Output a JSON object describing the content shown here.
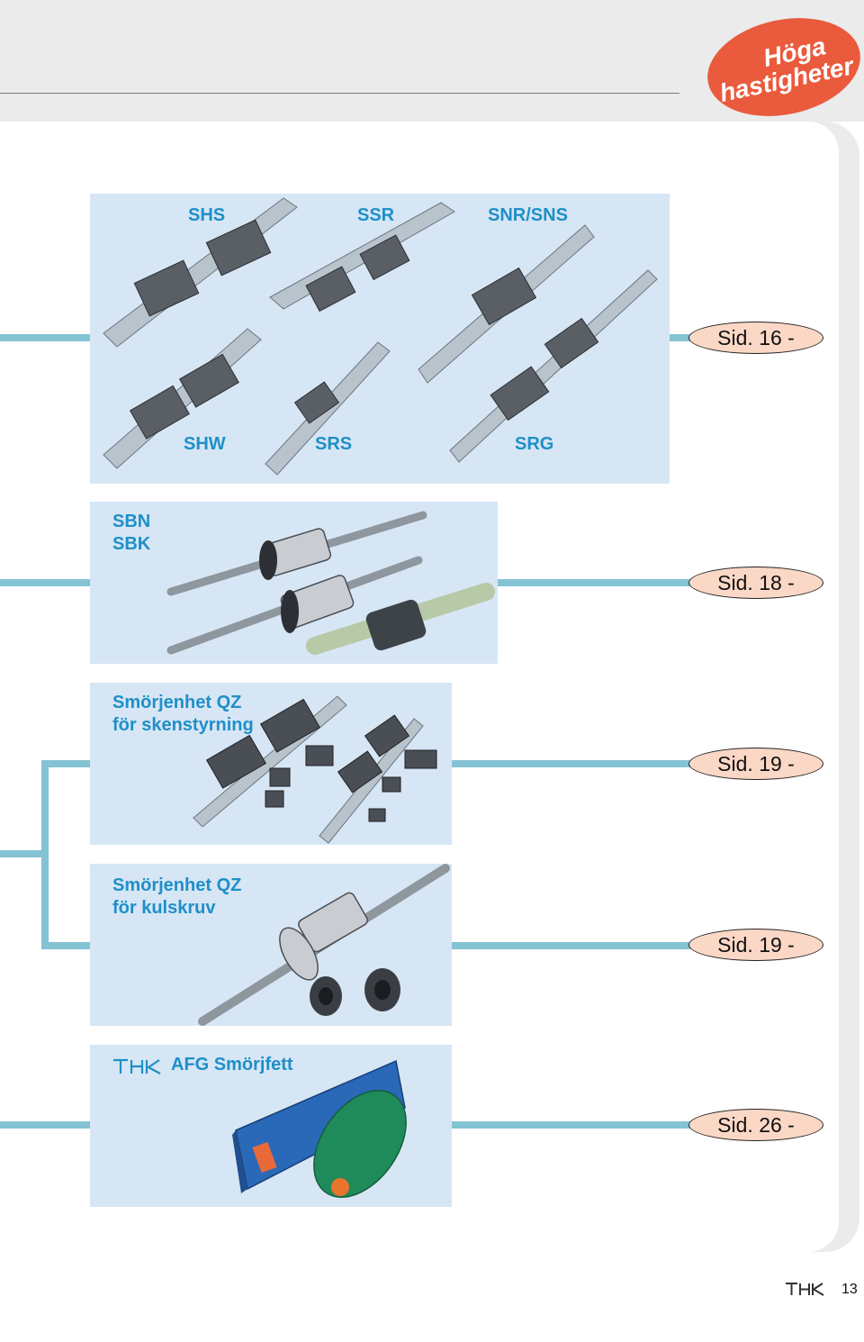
{
  "badge": {
    "line1": "Höga",
    "line2": "hastigheter"
  },
  "sections": [
    {
      "labels_top": [
        "SHS",
        "SSR",
        "SNR/SNS"
      ],
      "labels_bottom": [
        "SHW",
        "SRS",
        "SRG"
      ],
      "page_ref": "Sid. 16 -"
    },
    {
      "labels": [
        "SBN",
        "SBK"
      ],
      "page_ref": "Sid. 18 -"
    },
    {
      "title_line1": "Smörjenhet QZ",
      "title_line2": "för skenstyrning",
      "page_ref": "Sid. 19 -"
    },
    {
      "title_line1": "Smörjenhet QZ",
      "title_line2": "för kulskruv",
      "page_ref": "Sid. 19 -"
    },
    {
      "brand": "THK",
      "title": "AFG Smörjfett",
      "page_ref": "Sid. 26 -"
    }
  ],
  "footer": {
    "brand": "THK",
    "page_number": "13"
  },
  "colors": {
    "accent": "#1f8fc8",
    "connector": "#84c3d3",
    "box_bg": "#d6e6f5",
    "pill_bg": "#fbd8c6",
    "badge": "#ea5a3c"
  }
}
